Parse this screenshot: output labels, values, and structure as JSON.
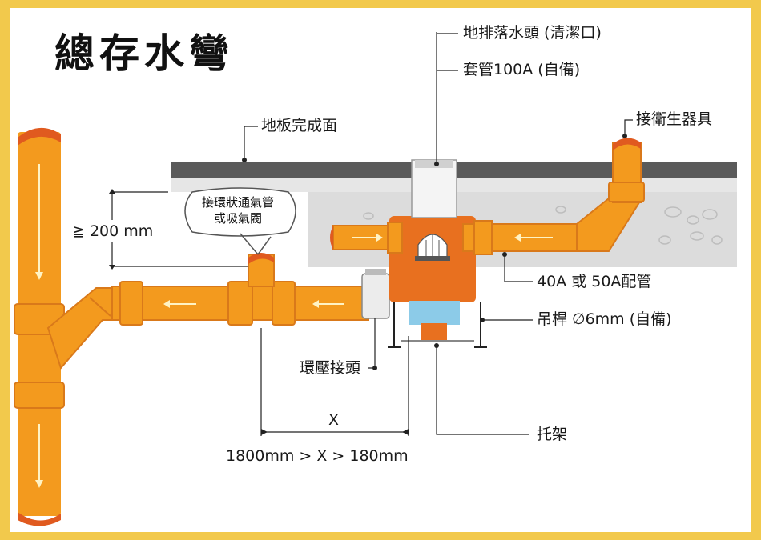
{
  "title": "總存水彎",
  "labels": {
    "drain_head": "地排落水頭 (清潔口)",
    "sleeve": "套管100A (自備)",
    "floor_finish": "地板完成面",
    "fixture": "接衛生器具",
    "vent_line1": "接環狀通氣管",
    "vent_line2": "或吸氣閥",
    "height": "≧ 200 mm",
    "pipe_size": "40A 或 50A配管",
    "hanger": "吊桿 ∅6mm (自備)",
    "coupling": "環壓接頭",
    "x_mark": "X",
    "bracket": "托架",
    "range": "1800mm > X > 180mm"
  },
  "colors": {
    "pipe": "#f39a1e",
    "pipe_dark": "#d9791a",
    "pipe_cap": "#e05a1f",
    "trap_body": "#e8701f",
    "water": "#8ccbe8",
    "slab": "#dcdcdc",
    "floor_top": "#5a5a5a",
    "frame": "#f2c94c"
  }
}
